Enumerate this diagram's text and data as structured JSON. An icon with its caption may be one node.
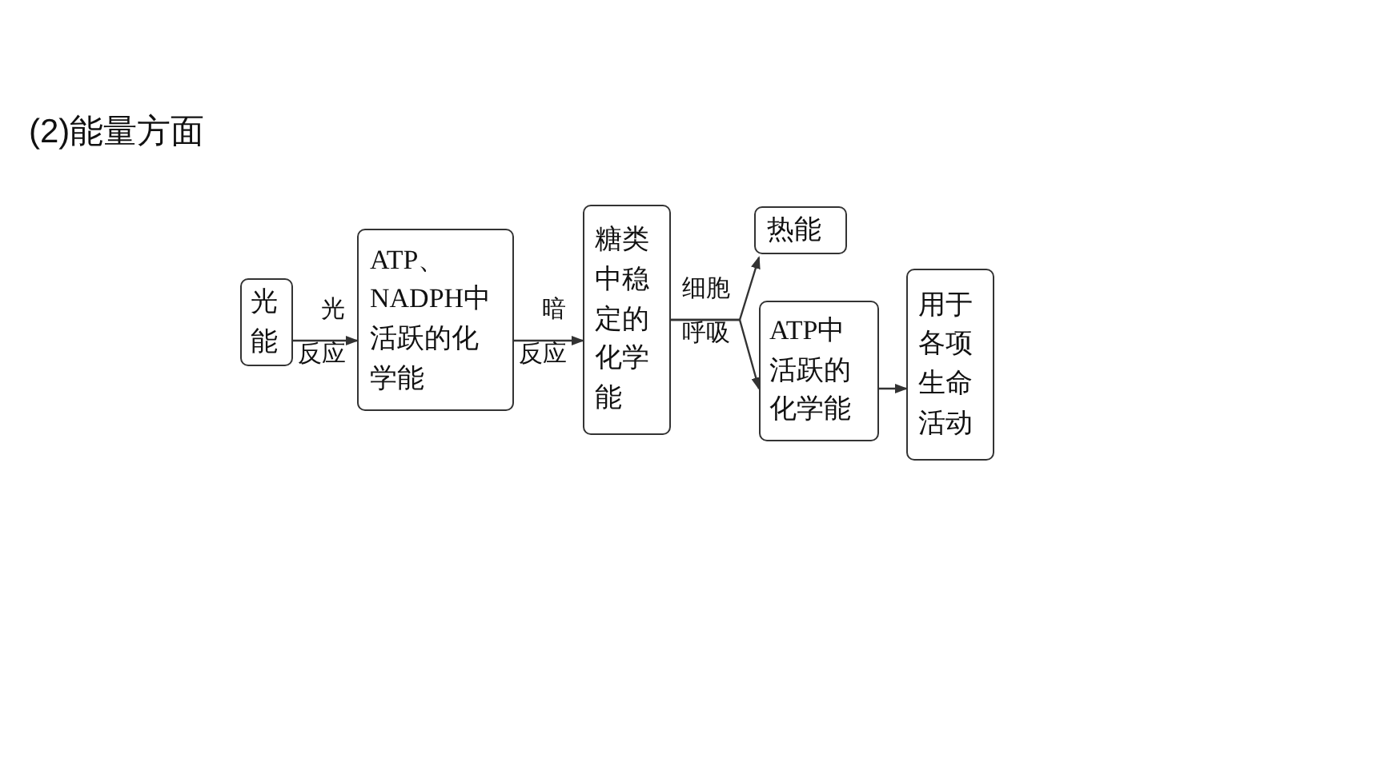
{
  "diagram": {
    "title": "(2)能量方面",
    "nodes": [
      {
        "text": [
          "光能"
        ]
      },
      {
        "text": [
          "ATP、NADPH中活跃的化学能"
        ]
      },
      {
        "text": [
          "糖类中稳定的化学能"
        ]
      },
      {
        "text": [
          "热能"
        ]
      },
      {
        "text": [
          "ATP中活跃的化学能"
        ]
      },
      {
        "text": [
          "用于各项生命活动"
        ]
      }
    ],
    "edges": [
      {
        "from": 0,
        "to": 1,
        "arrow": "to",
        "label": "光反应"
      },
      {
        "from": 1,
        "to": 2,
        "arrow": "to",
        "label": "暗反应"
      },
      {
        "from": 2,
        "to": 3,
        "arrow": "to",
        "label": "细胞呼吸"
      },
      {
        "from": 2,
        "to": 4,
        "arrow": "to"
      },
      {
        "from": 4,
        "to": 5,
        "arrow": "to"
      }
    ]
  }
}
